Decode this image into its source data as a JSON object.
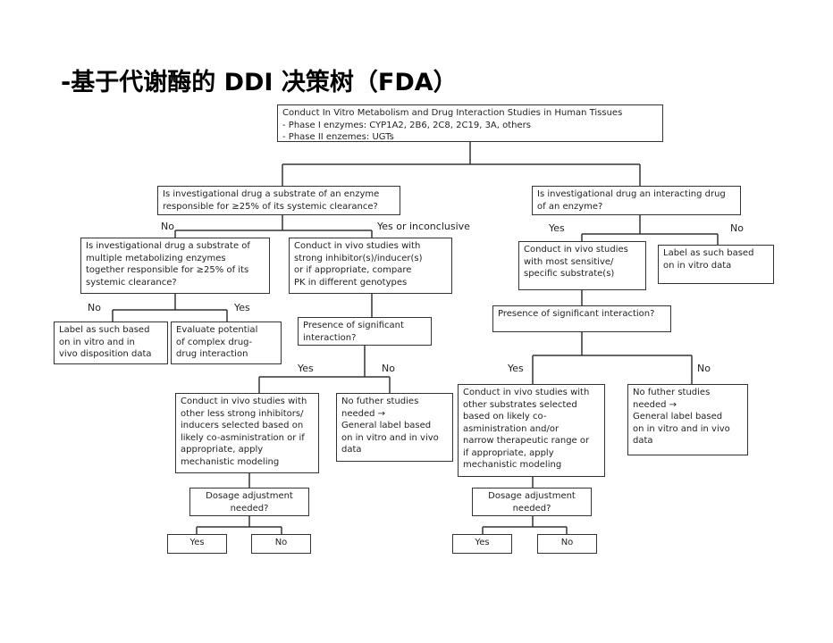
{
  "title": "-基于代谢酶的 DDI 决策树（FDA）",
  "nodes": {
    "root": [
      "Conduct In Vitro Metabolism and Drug Interaction Studies in Human Tissues",
      "- Phase I enzymes: CYP1A2, 2B6, 2C8, 2C19, 3A, others",
      "- Phase II enzemes: UGTs"
    ],
    "substrate_q": [
      "Is investigational drug a substrate of an enzyme",
      "responsible for ≥25% of its systemic clearance?"
    ],
    "interacting_q": [
      "Is investigational drug an interacting drug",
      "of an enzyme?"
    ],
    "multi_q": [
      "Is investigational drug a substrate of",
      "multiple metabolizing enzymes",
      "together responsible for ≥25% of its",
      "systemic clearance?"
    ],
    "invivo_strong": [
      "Conduct in vivo studies with",
      "strong inhibitor(s)/inducer(s)",
      "or if appropriate, compare",
      "PK in different genotypes"
    ],
    "invivo_sensitive": [
      "Conduct in vivo studies",
      "with most sensitive/",
      "specific substrate(s)"
    ],
    "label_invitro": [
      "Label as such based",
      "on in vitro data"
    ],
    "label_invitro_invivo": [
      "Label as such based",
      "on in vitro and in",
      "vivo disposition data"
    ],
    "evaluate_complex": [
      "Evaluate potential",
      "of complex drug-",
      "drug interaction"
    ],
    "presence_mid": [
      "Presence of significant",
      "interaction?"
    ],
    "presence_right": [
      "Presence of significant interaction?"
    ],
    "invivo_less_strong": [
      "Conduct in vivo studies with",
      "other less strong inhibitors/",
      "inducers selected based on",
      "likely co-asministration or if",
      "appropriate, apply",
      "mechanistic modeling"
    ],
    "no_further_mid": [
      "No futher studies",
      "needed →",
      "General label based",
      "on in vitro and in vivo",
      "data"
    ],
    "invivo_other_substrates": [
      "Conduct in vivo studies with",
      "other substrates selected",
      "based on likely co-",
      "asministration and/or",
      "narrow therapeutic range or",
      "if appropriate, apply",
      "mechanistic modeling"
    ],
    "no_further_right": [
      "No futher studies",
      "needed →",
      "General label based",
      "on in vitro and in vivo",
      "data"
    ],
    "dosage_left": [
      "Dosage adjustment",
      "needed?"
    ],
    "dosage_right": [
      "Dosage adjustment",
      "needed?"
    ],
    "yes_left": [
      "Yes"
    ],
    "no_left": [
      "No"
    ],
    "yes_right": [
      "Yes"
    ],
    "no_right": [
      "No"
    ]
  },
  "edge_labels": {
    "sub_no": "No",
    "sub_yes": "Yes or inconclusive",
    "int_yes": "Yes",
    "int_no": "No",
    "multi_no": "No",
    "multi_yes": "Yes",
    "pres_mid_yes": "Yes",
    "pres_mid_no": "No",
    "pres_right_yes": "Yes",
    "pres_right_no": "No"
  }
}
